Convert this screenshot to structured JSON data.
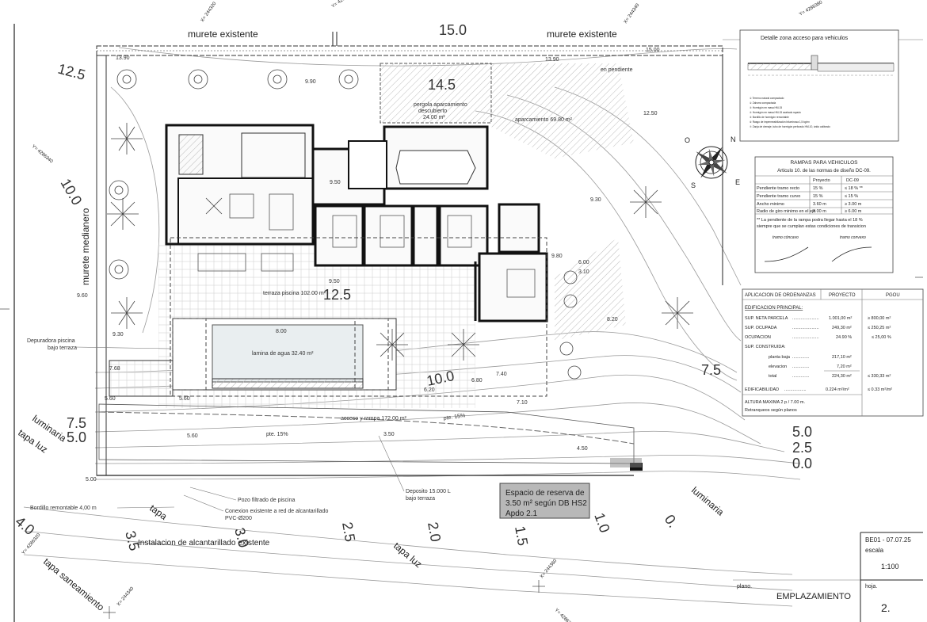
{
  "plan": {
    "wall_top_left_label": "murete existente",
    "wall_top_right_label": "murete existente",
    "wall_left_label": "murete medianero",
    "top_dimension": "15.0",
    "contours": {
      "c125_top": "12.5",
      "c145": "14.5",
      "c100_left": "10.0",
      "c125_mid": "12.5",
      "c100_mid": "10.0",
      "c75_right": "7.5",
      "c75_left": "7.5",
      "c50_left": "5.0",
      "c50_right": "5.0",
      "c25_right": "2.5",
      "c00_right": "0.0",
      "c40": "4.0",
      "c35": "3.5",
      "c30": "3.0",
      "c25_bottom": "2.5",
      "c20": "2.0",
      "c15": "1.5",
      "c10": "1.0",
      "c0": "0."
    },
    "areas": {
      "pergola": "pergola aparcamiento",
      "pergola_sub": "descubierto",
      "pergola_area": "24.00 m²",
      "parking": "aparcamiento 69.80 m²",
      "terrace": "terraza piscina 102.00 m²",
      "pool": "lamina de agua 32.40 m²",
      "access": "acceso y rampa 172.00 m²",
      "en_pendiente": "en pendiente"
    },
    "annotations": {
      "depuradora": "Depuradora piscina",
      "depuradora_2": "bajo terraza",
      "bordillo": "Bordillo remontable 4,00 m",
      "pozo": "Pozo filtrado de piscina",
      "conexion": "Conexion existente a red de alcantarillado",
      "conexion_2": "PVC-Ø200",
      "deposito": "Deposito 15.000 L",
      "deposito_2": "bajo terraza",
      "alcantarillado": "Instalacion de alcantarillado existente",
      "luminaria_left": "luminaria",
      "luminaria_right": "luminaria",
      "tapa_luz_left": "tapa luz",
      "tapa_luz_bottom": "tapa luz",
      "tapa": "tapa",
      "tapa_saneamiento": "tapa saneamiento",
      "pte_1": "pte. 15%",
      "pte_2": "pte. 15%"
    },
    "levels": [
      "13.90",
      "13.90",
      "9.90",
      "9.50",
      "9.30",
      "9.50",
      "9.60",
      "9.30",
      "8.20",
      "9.80",
      "7.68",
      "5.60",
      "5.60",
      "6.20",
      "6.80",
      "7.40",
      "7.10",
      "4.50",
      "3.50",
      "5.60",
      "15.00",
      "12.50",
      "8.00",
      "5.00",
      "6.00",
      "3.10"
    ],
    "coords": [
      "X= 244320",
      "Y= 4286380",
      "X= 244340",
      "Y= 4286380",
      "Y= 4286340",
      "X= 244340",
      "Y= 4286320",
      "X= 244360",
      "Y= 4286340"
    ],
    "reserve_box": {
      "line1": "Espacio de reserva de",
      "line2": "3.50 m² según DB HS2",
      "line3": "Apdo 2.1"
    }
  },
  "detail_box": {
    "title": "Detalle zona acceso para vehiculos",
    "legend": [
      "①  Terreno natural compactado",
      "②  Zahorra compactada",
      "③  Hormigón en masa HM-15",
      "④  Hormigón en masa HM-15 acabado rayado",
      "⑤  Bordillo de hormigón remontable",
      "⑥  Rasgo de impermeabilización bituminosa 1,5 kg/m²",
      "⑦  Zanja de drenaje, tubo de hormigón perforado HM-10, árido calibrado"
    ]
  },
  "ramp_table": {
    "title": "RAMPAS PARA VEHICULOS",
    "subtitle": "Articulo 10. de las normas de diseño  DC-09.",
    "headers": [
      "",
      "Proyecto",
      "DC-09"
    ],
    "rows": [
      [
        "Pendiente tramo recto",
        "15 %",
        "≤ 18 %  **"
      ],
      [
        "Pendiente tramo curvo",
        "15 %",
        "≤ 15 %"
      ],
      [
        "Ancho minimo",
        "3.60 m",
        "≥ 3.00 m"
      ],
      [
        "Radio de giro minimo en el eje",
        "8.00 m",
        "≥ 6.00 m"
      ]
    ],
    "note1": "** La pendiente de la rampa podra llegar hasta el 18 %",
    "note2": "siempre que se cumplan  estas condiciones de transicion",
    "tramo1": "tramo cóncavo",
    "tramo2": "tramo convexo"
  },
  "ordenanzas": {
    "headers": [
      "APLICACION DE ORDENANZAS",
      "PROYECTO",
      "PGOU"
    ],
    "section": "EDIFICACION PRINCIPAL:",
    "rows": [
      {
        "label": "SUP. NETA PARCELA",
        "dots": "......................",
        "value": "1.001,00 m²",
        "pgou": "≥ 800,00 m²"
      },
      {
        "label": "SUP. OCUPADA",
        "dots": "......................",
        "value": "249,30 m²",
        "pgou": "≤ 250,25 m²"
      },
      {
        "label": "OCUPACION",
        "dots": "......................",
        "value": "24.90 %",
        "pgou": "≤ 25,00 %"
      }
    ],
    "construida_label": "SUP. CONSTRUIDA:",
    "construida_rows": [
      {
        "label": "planta baja",
        "dots": "..............",
        "value": "217,10 m²"
      },
      {
        "label": "elevacion",
        "dots": "..............",
        "value": "7,20 m²"
      },
      {
        "label": "total",
        "dots": "..............",
        "value": "224,30 m²",
        "pgou": "≤ 330,33 m²"
      }
    ],
    "edificabilidad_label": "EDIFICABILIDAD",
    "edificabilidad_dots": "..................",
    "edificabilidad_value": "0.224 m²/m²",
    "edificabilidad_pgou": "≤ 0.33 m²/m²",
    "altura": "ALTURA MAXIMA    2 p  / 7.00 m.",
    "retranqueos": "Retranqueos según planos"
  },
  "compass": {
    "N": "N",
    "E": "E",
    "S": "S",
    "O": "O"
  },
  "title_block": {
    "code": "BE01 - 07.07.25",
    "escala_label": "escala",
    "escala_value": "1:100",
    "plano_label": "plano.",
    "plano_value": "EMPLAZAMIENTO",
    "hoja_label": "hoja.",
    "hoja_value": "2."
  },
  "colors": {
    "reserve_fill": "#b8b8b8",
    "ink": "#222222",
    "contour": "#9a9a9a"
  }
}
